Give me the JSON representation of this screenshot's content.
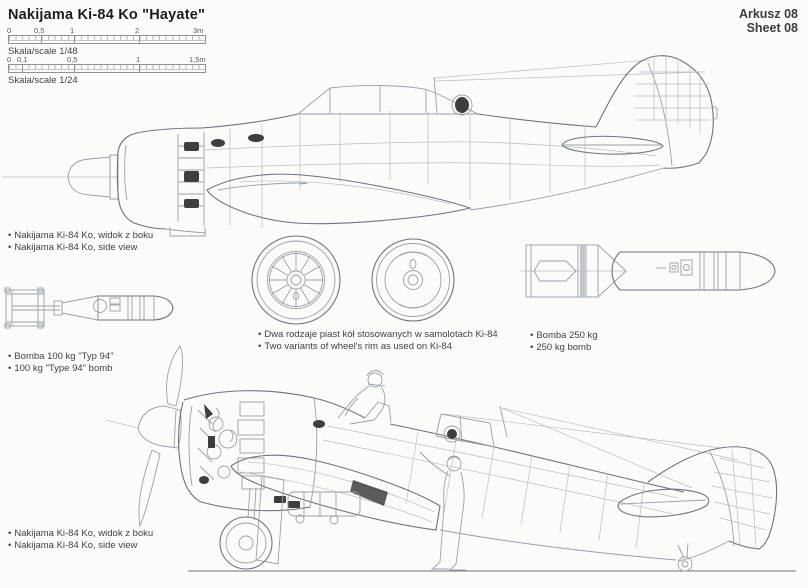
{
  "header": {
    "title": "Nakijama Ki-84 Ko \"Hayate\"",
    "sheet_line1": "Arkusz 08",
    "sheet_line2": "Sheet 08"
  },
  "rulers": [
    {
      "label": "Skala/scale 1/48",
      "ticks": [
        "0",
        "0,5",
        "1",
        "2",
        "3m"
      ]
    },
    {
      "label": "Skala/scale 1/24",
      "ticks": [
        "0",
        "0,1",
        "0,5",
        "1",
        "1,5m"
      ]
    }
  ],
  "captions": {
    "top_side_view": [
      "Nakijama Ki-84 Ko, widok z boku",
      "Nakijama Ki-84 Ko, side view"
    ],
    "wheels": [
      "Dwa rodzaje piast kół stosowanych w samolotach Ki-84",
      "Two variants of wheel's rim as used on Ki-84"
    ],
    "bomb_250": [
      "Bomba 250 kg",
      "250 kg bomb"
    ],
    "bomb_100": [
      "Bomba 100 kg \"Typ 94\"",
      "100 kg \"Type 94\" bomb"
    ],
    "bottom_side_view": [
      "Nakijama Ki-84 Ko, widok z boku",
      "Nakijama Ki-84 Ko, side view"
    ]
  },
  "glyphs": {
    "bullet": "•"
  },
  "colors": {
    "background": "#fbfbfa",
    "drawing_line": "#9aa0a6",
    "drawing_line_dark": "#6e747a",
    "caption_text": "#3f4246",
    "title_text": "#1c1c1e"
  }
}
